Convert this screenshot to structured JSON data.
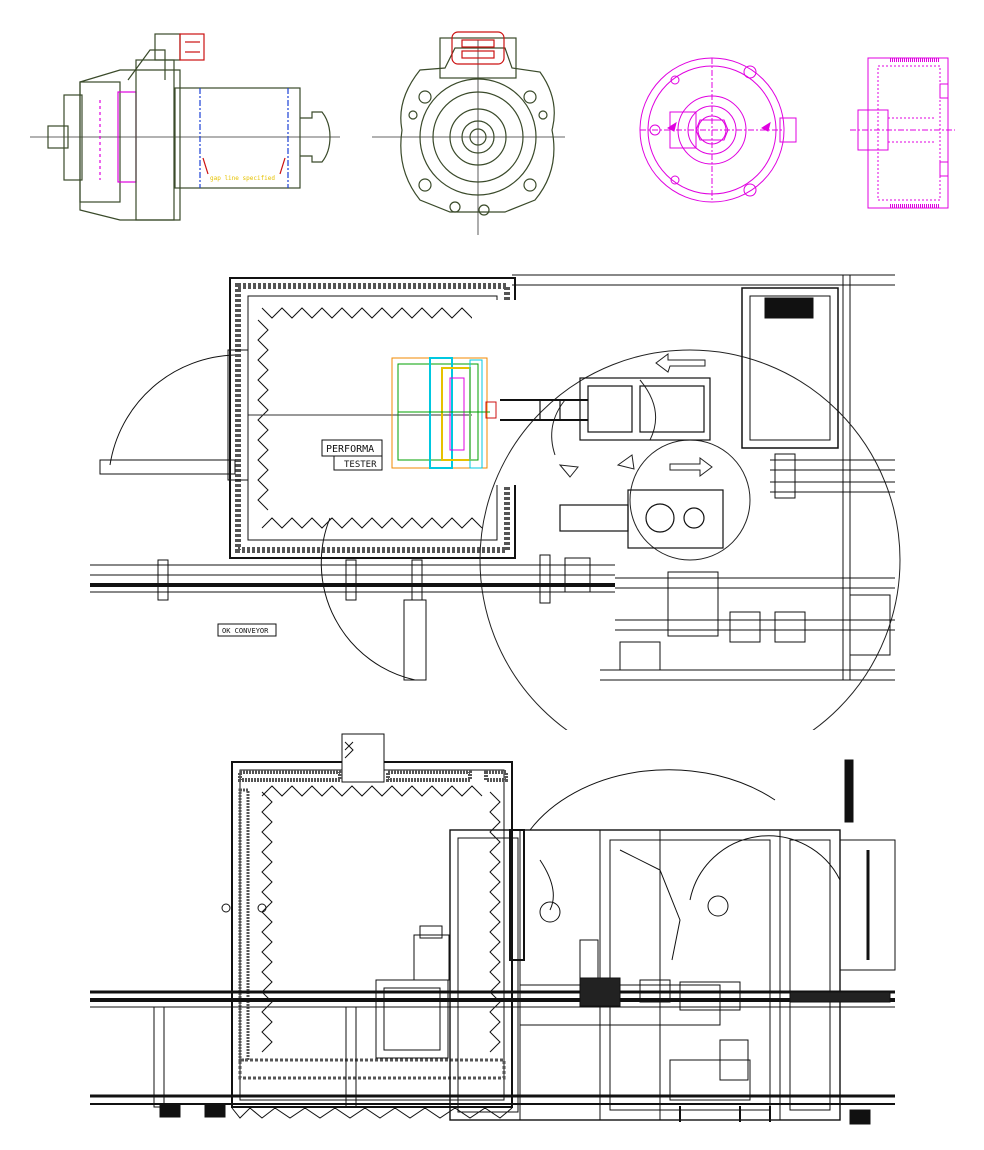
{
  "colors": {
    "line": "#111111",
    "part_outline": "#3a4a2a",
    "magenta": "#e000e0",
    "connector_red": "#cc1111",
    "callout_yellow": "#e6c200",
    "centerline_blue": "#1a3fd6",
    "fixture_cyan": "#00c8e0",
    "fixture_orange": "#f08a00",
    "fixture_green": "#00a000"
  },
  "labels": {
    "motor_callout": "gap line specified",
    "performance_tester_line1": "PERFORMA",
    "performance_tester_line2": "TESTER",
    "conveyor_label": "OK CONVEYOR"
  },
  "icons": [
    "motor-side-view-icon",
    "motor-end-view-icon",
    "rotor-end-view-icon",
    "rotor-side-view-icon",
    "flow-arrow-icon",
    "rotation-arrow-icon"
  ]
}
